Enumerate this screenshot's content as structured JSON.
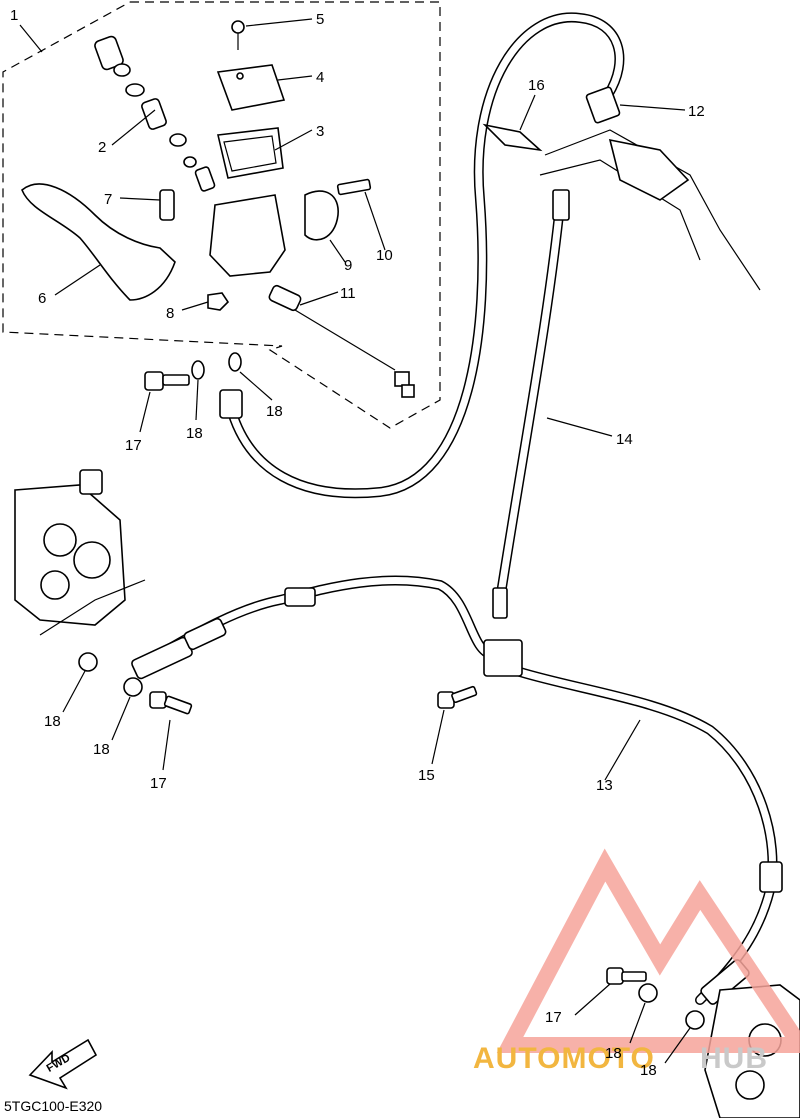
{
  "callouts": [
    {
      "id": "c1",
      "label": "1"
    },
    {
      "id": "c2",
      "label": "2"
    },
    {
      "id": "c3",
      "label": "3"
    },
    {
      "id": "c4",
      "label": "4"
    },
    {
      "id": "c5",
      "label": "5"
    },
    {
      "id": "c6",
      "label": "6"
    },
    {
      "id": "c7",
      "label": "7"
    },
    {
      "id": "c8",
      "label": "8"
    },
    {
      "id": "c9",
      "label": "9"
    },
    {
      "id": "c10",
      "label": "10"
    },
    {
      "id": "c11",
      "label": "11"
    },
    {
      "id": "c12",
      "label": "12"
    },
    {
      "id": "c13",
      "label": "13"
    },
    {
      "id": "c14",
      "label": "14"
    },
    {
      "id": "c15",
      "label": "15"
    },
    {
      "id": "c16",
      "label": "16"
    },
    {
      "id": "c17a",
      "label": "17"
    },
    {
      "id": "c17b",
      "label": "17"
    },
    {
      "id": "c17c",
      "label": "17"
    },
    {
      "id": "c18a",
      "label": "18"
    },
    {
      "id": "c18b",
      "label": "18"
    },
    {
      "id": "c18c",
      "label": "18"
    },
    {
      "id": "c18d",
      "label": "18"
    },
    {
      "id": "c18e",
      "label": "18"
    },
    {
      "id": "c18f",
      "label": "18"
    }
  ],
  "diagram_code": "5TGC100-E320",
  "fwd_label": "FWD",
  "watermark": {
    "text_left": "AUTOMOTO",
    "text_right": "HUB",
    "color_main": "#f6a39a",
    "color_accent": "#f2b640",
    "color_right": "#c9c9c9"
  }
}
